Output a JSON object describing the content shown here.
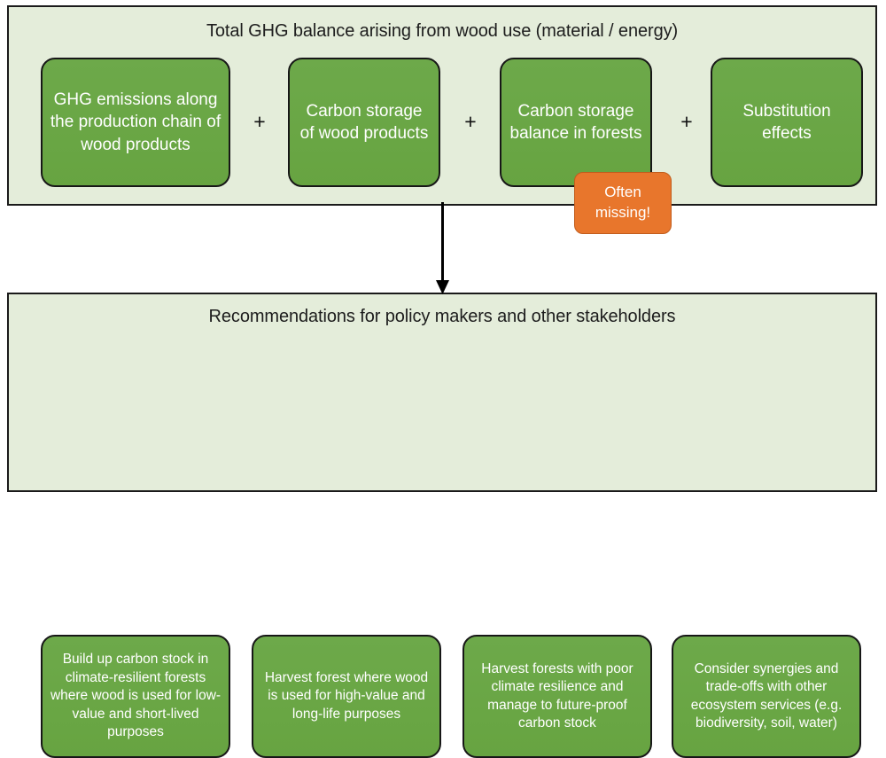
{
  "diagram": {
    "title_top": "Total GHG balance arising from wood use (material / energy)",
    "title_bottom": "Recommendations for policy makers and other stakeholders",
    "colors": {
      "panel_background": "#e4edda",
      "panel_border": "#1a1a1a",
      "box_green": "#6aa83f",
      "box_border": "#171717",
      "callout_orange": "#e8762c",
      "box_text": "#ffffff",
      "title_text": "#1d1d1d",
      "arrow": "#000000"
    },
    "top_row": {
      "operator": "+",
      "boxes": [
        {
          "label": "GHG emissions along the production chain of wood products"
        },
        {
          "label": "Carbon storage of wood products"
        },
        {
          "label": "Carbon storage balance in forests"
        },
        {
          "label": "Substitution effects"
        }
      ]
    },
    "callout": {
      "label": "Often missing!",
      "attached_to": "Carbon storage balance in forests"
    },
    "connector": {
      "name": "down-arrow",
      "from": "Total GHG balance arising from wood use (material / energy)",
      "to": "Recommendations for policy makers and other stakeholders"
    },
    "bottom_row": {
      "boxes": [
        {
          "label": "Build up carbon stock in climate-resilient forests where wood is used for low-value and short-lived purposes"
        },
        {
          "label": "Harvest forest where wood is used for high-value and long-life purposes"
        },
        {
          "label": "Harvest forests with poor climate resilience and manage to future-proof carbon stock"
        },
        {
          "label": "Consider synergies and trade-offs with other ecosystem services (e.g. biodiversity, soil, water)"
        }
      ]
    }
  }
}
